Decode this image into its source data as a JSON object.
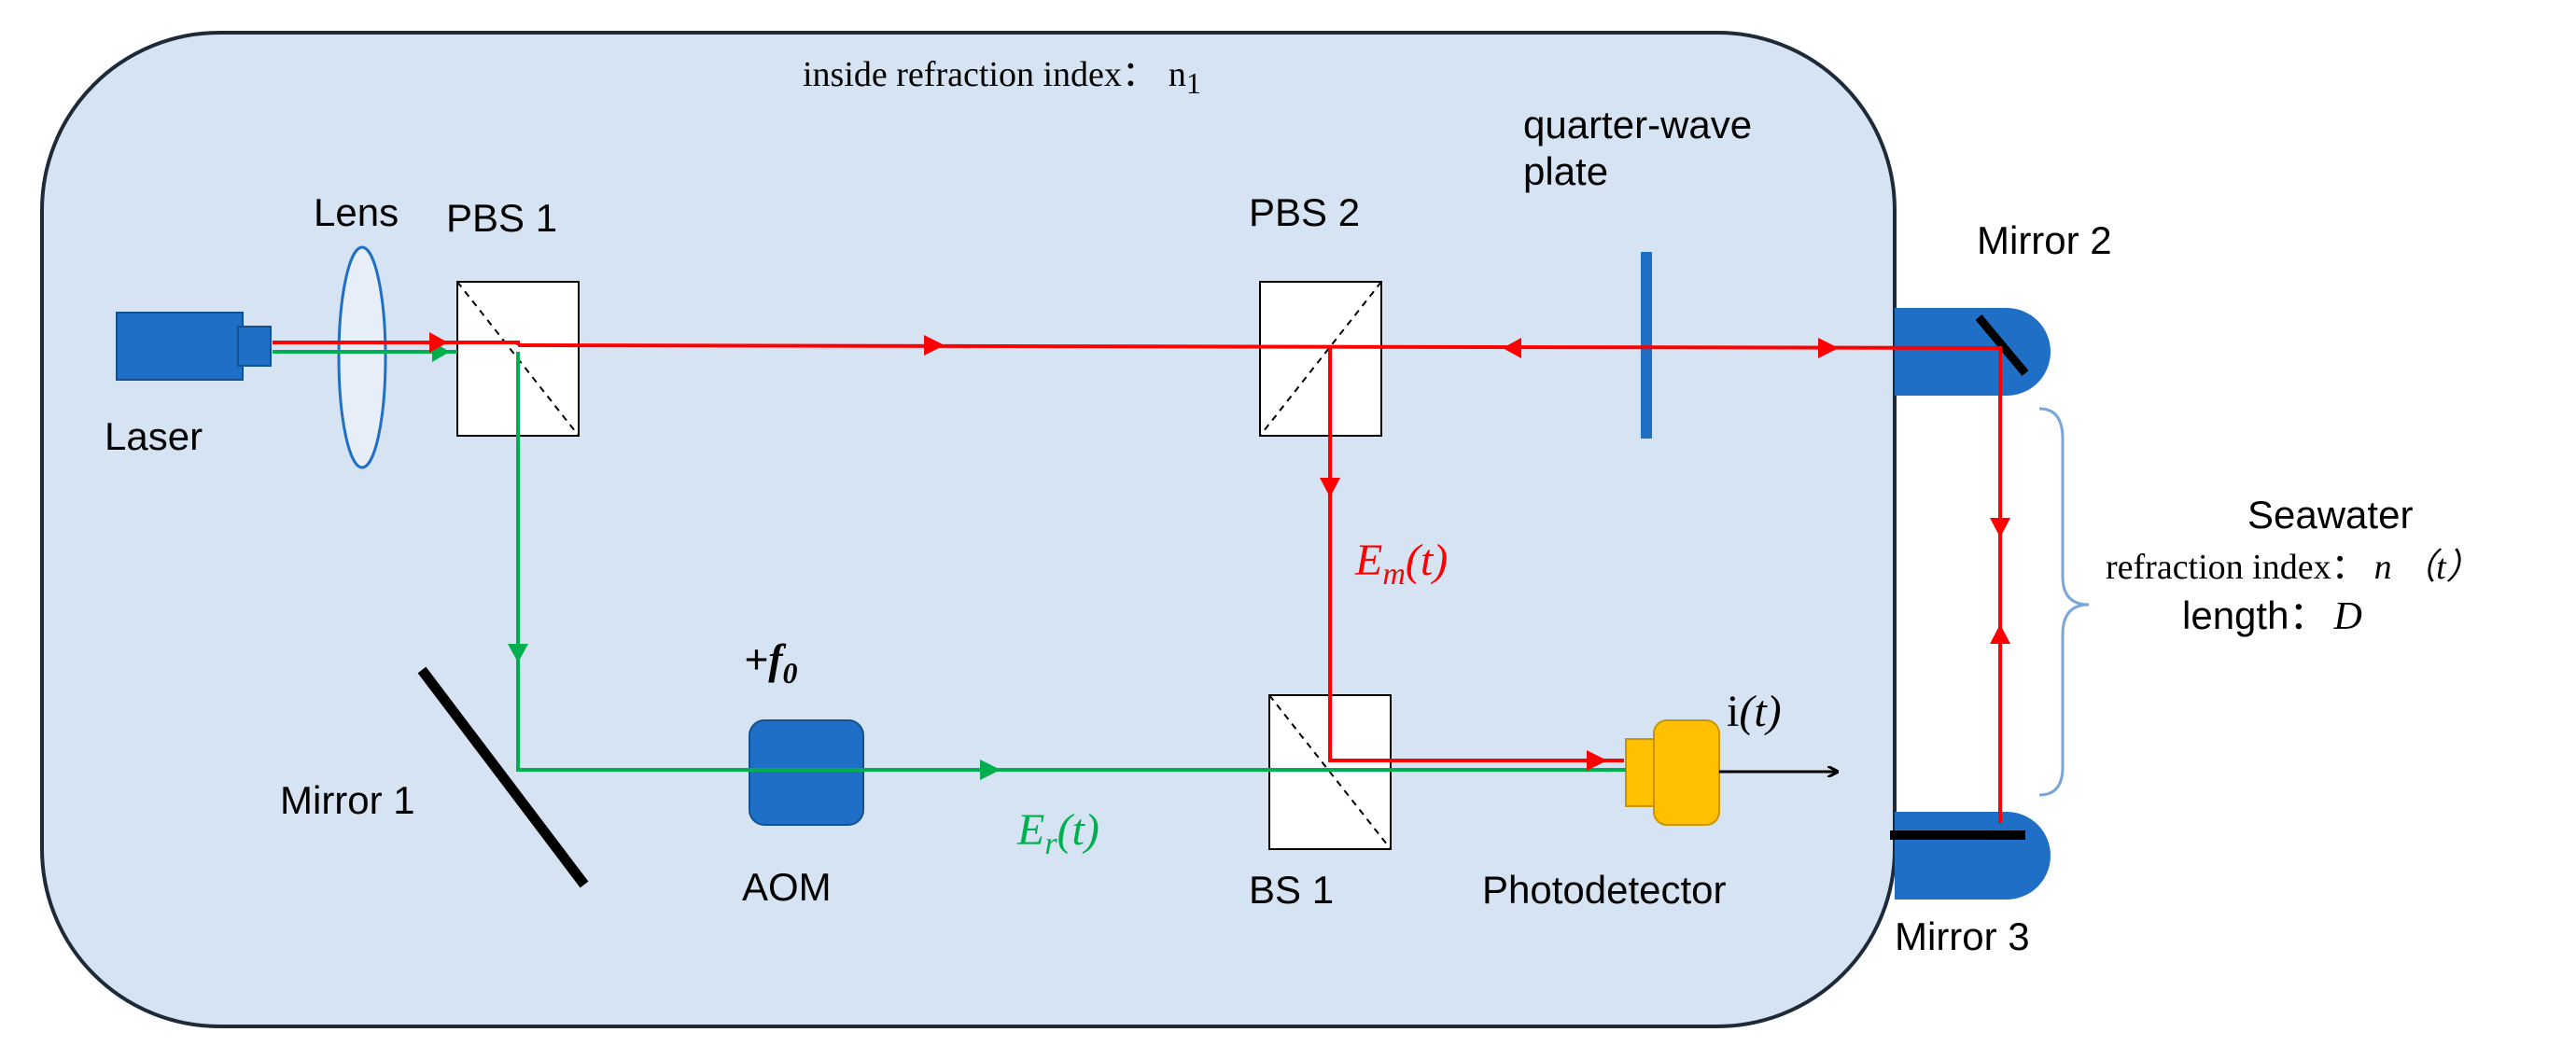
{
  "colors": {
    "housing_fill": "#d6e3f2",
    "housing_stroke": "#1e2a38",
    "measurement_beam": "#ff0000",
    "reference_beam": "#00b050",
    "component_blue": "#1f6fc6",
    "photodetector": "#ffc000",
    "brace": "#7aa6d8"
  },
  "header": {
    "inside_label": "inside refraction index：",
    "inside_n": "n",
    "inside_n_sub": "1"
  },
  "components": {
    "laser": "Laser",
    "lens": "Lens",
    "pbs1": "PBS 1",
    "pbs2": "PBS 2",
    "qwp_line1": "quarter-wave",
    "qwp_line2": "plate",
    "mirror1": "Mirror 1",
    "mirror2": "Mirror 2",
    "mirror3": "Mirror 3",
    "aom": "AOM",
    "aom_freq": "+f",
    "aom_freq_sub": "0",
    "bs1": "BS 1",
    "photodetector": "Photodetector"
  },
  "signals": {
    "em_main": "E",
    "em_sub": "m",
    "em_arg": "(t)",
    "er_main": "E",
    "er_sub": "r",
    "er_arg": "(t)",
    "it_main": "i",
    "it_arg": "(t)"
  },
  "seawater": {
    "title": "Seawater",
    "refraction_label": "refraction index：",
    "refraction_value": "n （t）",
    "length_label": "length：",
    "length_value": "D"
  }
}
